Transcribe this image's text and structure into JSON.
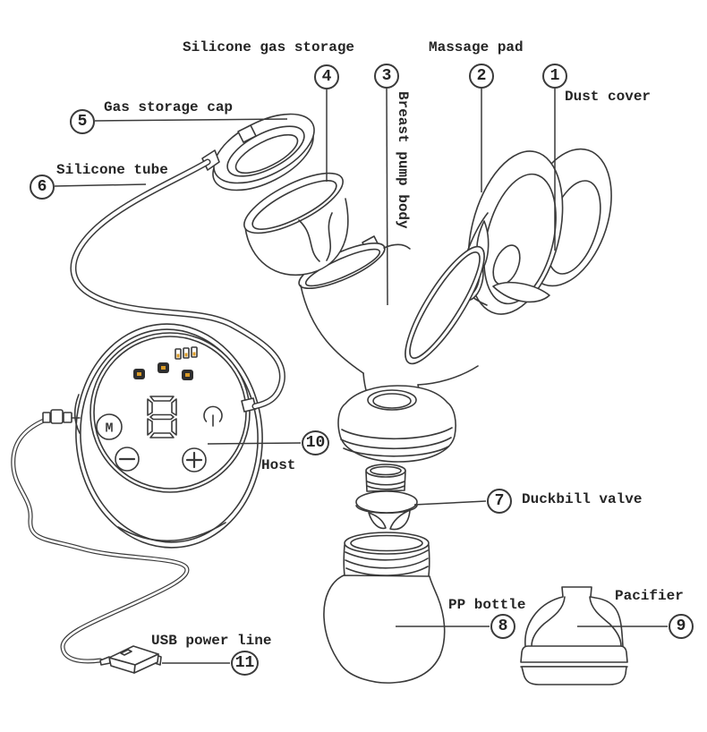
{
  "figure": {
    "background": "#ffffff",
    "line_color": "#3a3a3a",
    "accent_color": "#d99a26",
    "parts": {
      "dust_cover": {
        "num": "1",
        "label": "Dust cover"
      },
      "massage_pad": {
        "num": "2",
        "label": "Massage pad"
      },
      "breast_pump_body": {
        "num": "3",
        "label": "Breast pump body"
      },
      "silicone_gas_storage": {
        "num": "4",
        "label": "Silicone gas storage"
      },
      "gas_storage_cap": {
        "num": "5",
        "label": "Gas storage cap"
      },
      "silicone_tube": {
        "num": "6",
        "label": "Silicone tube"
      },
      "duckbill_valve": {
        "num": "7",
        "label": "Duckbill valve"
      },
      "pp_bottle": {
        "num": "8",
        "label": "PP bottle"
      },
      "pacifier": {
        "num": "9",
        "label": "Pacifier"
      },
      "host": {
        "num": "10",
        "label": "Host"
      },
      "usb_power_line": {
        "num": "11",
        "label": "USB power line"
      }
    },
    "host_panel": {
      "mode_button_label": "M",
      "display_digit": "8"
    }
  }
}
